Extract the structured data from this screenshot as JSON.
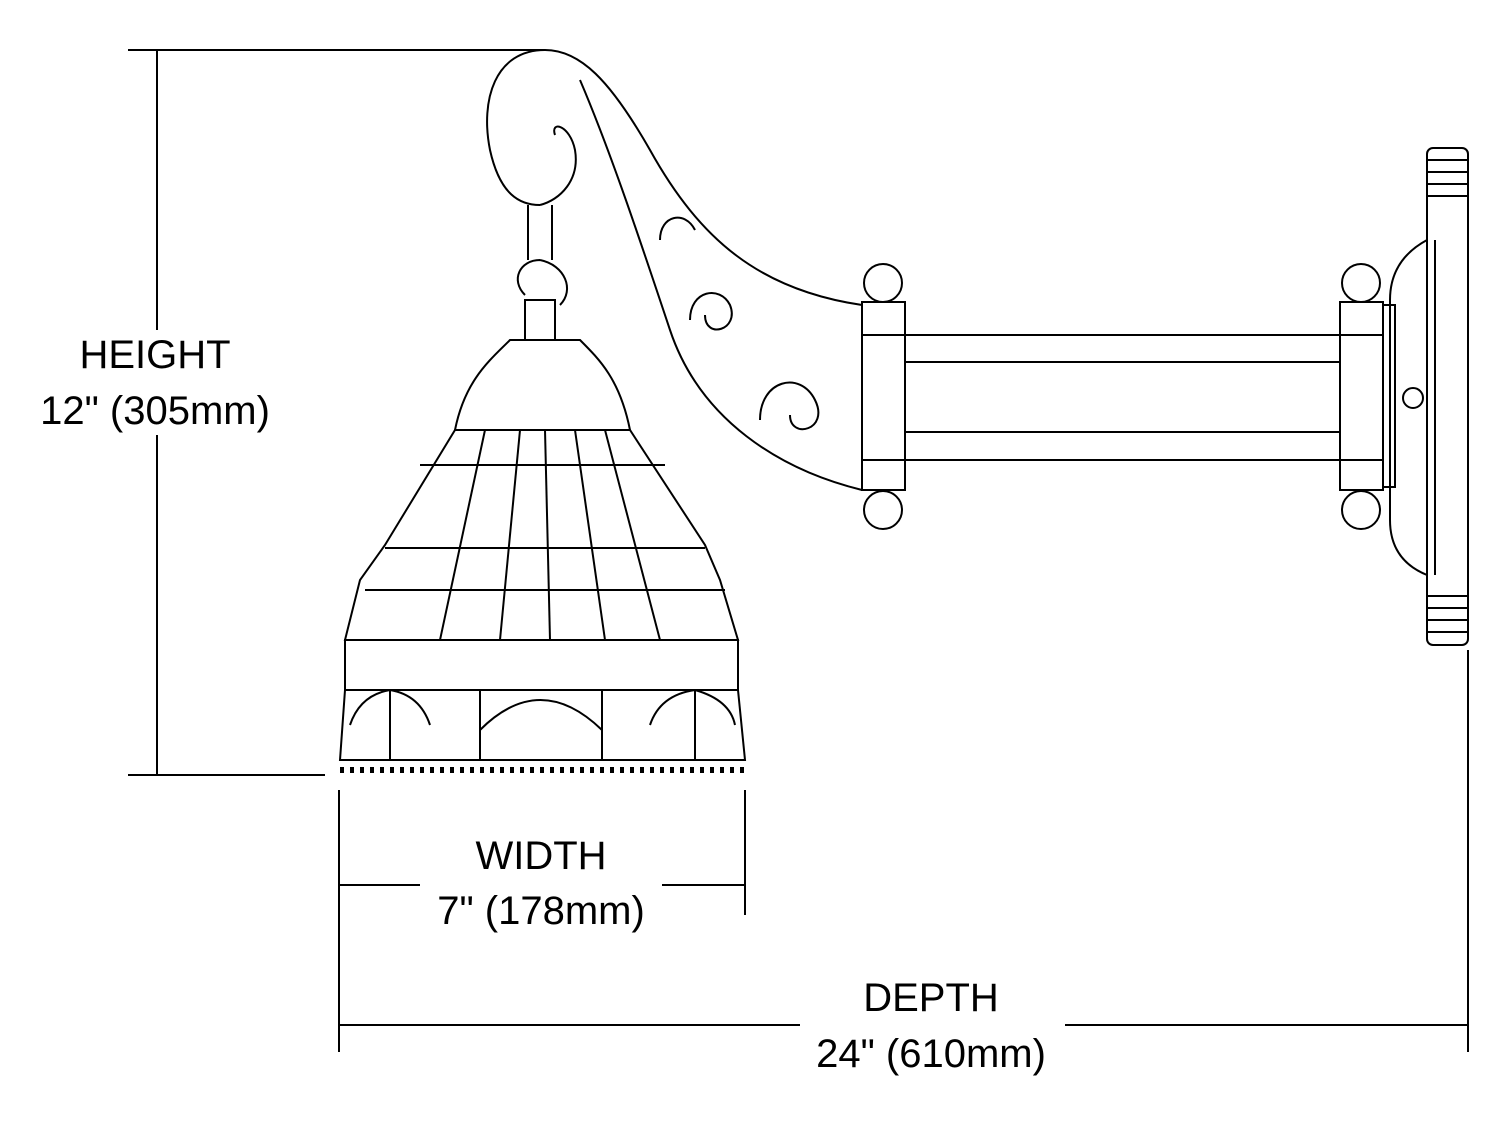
{
  "dimensions": {
    "height": {
      "label": "HEIGHT",
      "value": "12\" (305mm)"
    },
    "width": {
      "label": "WIDTH",
      "value": "7\" (178mm)"
    },
    "depth": {
      "label": "DEPTH",
      "value": "24\" (610mm)"
    }
  },
  "colors": {
    "line": "#000000",
    "background": "#ffffff"
  }
}
